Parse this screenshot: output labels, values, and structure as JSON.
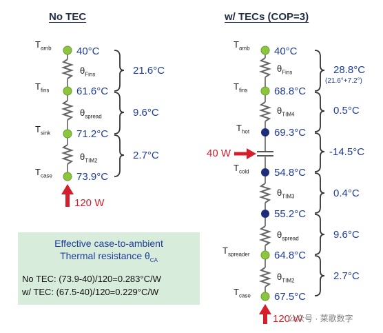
{
  "colors": {
    "node_green": "#8cc63f",
    "node_blue": "#1f2c7a",
    "wire": "#7f7f7f",
    "heat_arrow": "#d41e2b",
    "text_blue": "#1f3c99",
    "box_bg": "#d8ecdc"
  },
  "left": {
    "title": "No TEC",
    "nodes": [
      {
        "label_main": "T",
        "label_sub": "amb",
        "temp": "40°C"
      },
      {
        "label_main": "T",
        "label_sub": "fins",
        "temp": "61.6°C"
      },
      {
        "label_main": "T",
        "label_sub": "sink",
        "temp": "71.2°C"
      },
      {
        "label_main": "T",
        "label_sub": "case",
        "temp": "73.9°C"
      }
    ],
    "resistors": [
      {
        "main": "θ",
        "sub": "Fins"
      },
      {
        "main": "θ",
        "sub": "spread"
      },
      {
        "main": "θ",
        "sub": "TIM2"
      }
    ],
    "deltas": [
      "21.6°C",
      "9.6°C",
      "2.7°C"
    ],
    "heat_label": "120 W"
  },
  "right": {
    "title": "w/ TECs (COP=3)",
    "nodes": [
      {
        "label_main": "T",
        "label_sub": "amb",
        "temp": "40°C"
      },
      {
        "label_main": "T",
        "label_sub": "fins",
        "temp": "68.8°C"
      },
      {
        "label_main": "T",
        "label_sub": "hot",
        "temp": "69.3°C"
      },
      {
        "label_main": "T",
        "label_sub": "cold",
        "temp": "54.8°C"
      },
      {
        "label_main": "",
        "label_sub": "",
        "temp": "55.2°C"
      },
      {
        "label_main": "T",
        "label_sub": "spreader",
        "temp": "64.8°C"
      },
      {
        "label_main": "T",
        "label_sub": "case",
        "temp": "67.5°C"
      }
    ],
    "resistors": [
      {
        "main": "θ",
        "sub": "Fins"
      },
      {
        "main": "θ",
        "sub": "TIM4"
      },
      {
        "main": "θ",
        "sub": "TIM3"
      },
      {
        "main": "θ",
        "sub": "spread"
      },
      {
        "main": "θ",
        "sub": "TIM2"
      }
    ],
    "deltas": [
      "28.8°C",
      "0.5°C",
      "-14.5°C",
      "0.4°C",
      "9.6°C",
      "2.7°C"
    ],
    "delta_note": "(21.6°+7.2°)",
    "tec_power_label": "40 W",
    "heat_label": "120 W"
  },
  "box": {
    "title_line1": "Effective case-to-ambient",
    "title_line2": "Thermal resistance θ",
    "title_line2_sub": "CA",
    "line1": "No TEC:  (73.9-40)/120=0.283°C/W",
    "line2": "w/ TEC:  (67.5-40)/120=0.229°C/W"
  },
  "watermark": "公众号 · 莱歌数字"
}
